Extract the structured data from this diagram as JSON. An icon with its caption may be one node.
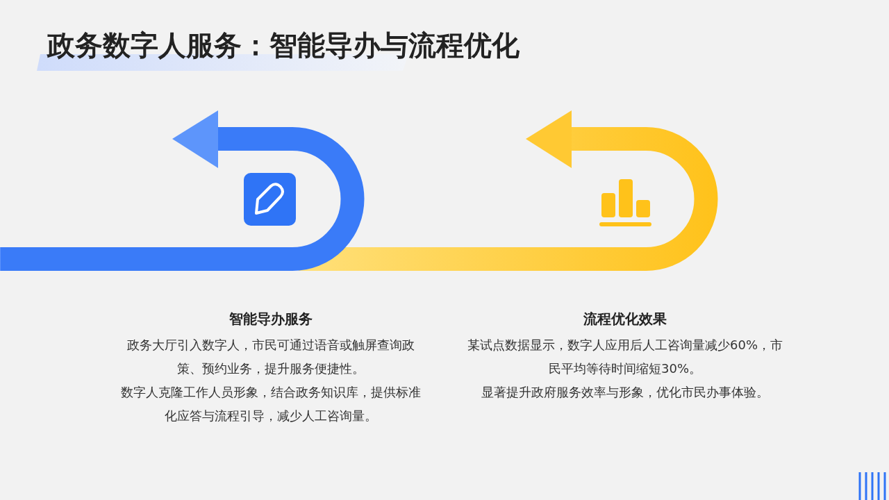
{
  "diagram": {
    "title": "政务数字人服务：智能导办与流程优化",
    "labels": [
      "智能导办服务",
      "政务大厅引入数字人，市民可通过语音或触屏查询政策、预约业务，提升服务便捷性。",
      "数字人克隆工作人员形象，结合政务知识库，提供标准化应答与流程引导，减少人工咨询量。",
      "流程优化效果",
      "某试点数据显示，数字人应用后人工咨询量减少60%，市民平均等待时间缩短30%。",
      "显著提升政府服务效率与形象，优化市民办事体验。"
    ]
  }
}
